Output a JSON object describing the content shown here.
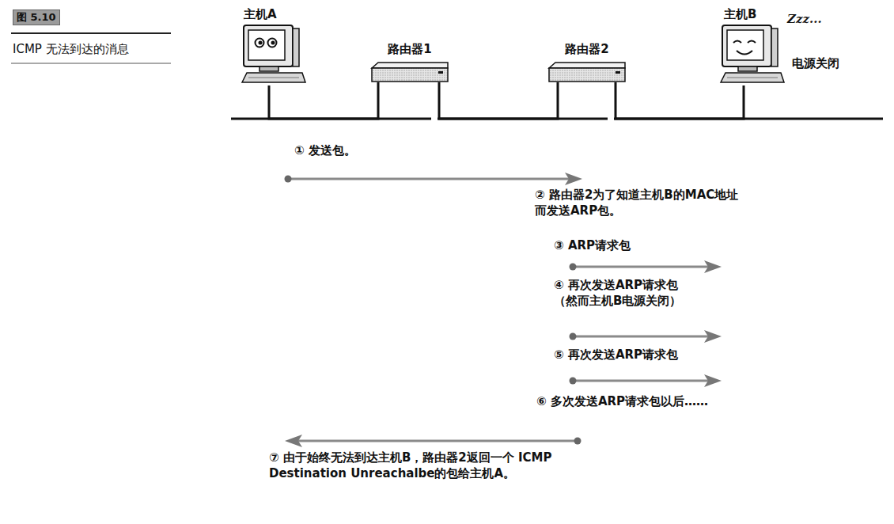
{
  "diagram": {
    "title": "ICMP 无法到达的消息",
    "nodes": [
      {
        "text": [
          "主机A"
        ]
      },
      {
        "text": [
          "路由器1"
        ]
      },
      {
        "text": [
          "路由器2"
        ]
      },
      {
        "text": [
          "主机B",
          "Zzz...",
          "电源关闭"
        ]
      }
    ],
    "edges": [
      {
        "from": 0,
        "to": 1,
        "arrow": "none"
      },
      {
        "from": 1,
        "to": 2,
        "arrow": "none"
      },
      {
        "from": 2,
        "to": 3,
        "arrow": "none"
      }
    ],
    "labels": [
      "图 5.10",
      "① 发送包。",
      "② 路由器2为了知道主机B的MAC地址 而发送ARP包。",
      "③ ARP请求包",
      "④ 再次发送ARP请求包 （然而主机B电源关闭）",
      "⑤ 再次发送ARP请求包",
      "⑥ 多次发送ARP请求包以后……",
      "⑦ 由于始终无法到达主机B，路由器2返回一个 ICMP Destination Unreachalbe的包给主机A。"
    ]
  }
}
